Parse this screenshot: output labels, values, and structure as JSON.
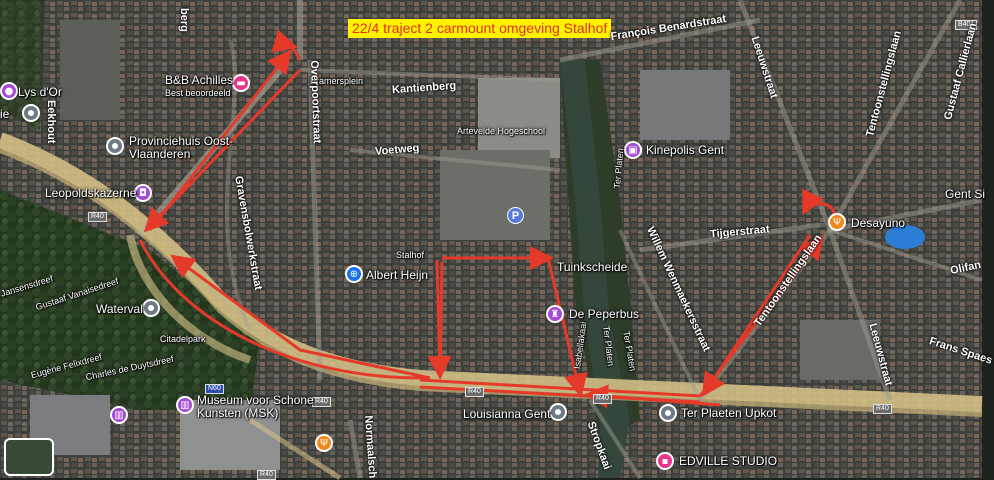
{
  "map": {
    "title_banner": "22/4 traject 2 carmount  omgeving Stalhof",
    "pois": [
      {
        "name": "Lys d'Or",
        "icon": "purple-place-pin-icon"
      },
      {
        "name": "B&B Achilles",
        "subtitle": "Best beoordeeld",
        "icon": "hotel-bed-icon"
      },
      {
        "name": "Provinciehuis Oost-Vlaanderen",
        "icon": "government-building-icon"
      },
      {
        "name": "Leopoldskazerne",
        "icon": "camera-landmark-icon"
      },
      {
        "name": "Waterval",
        "icon": "gray-place-pin-icon"
      },
      {
        "name": "Museum voor Schone Kunsten (MSK)",
        "icon": "museum-icon"
      },
      {
        "name": "Artevelde Hogeschool",
        "icon": ""
      },
      {
        "name": "Kinepolis Gent",
        "icon": "cinema-icon"
      },
      {
        "name": "Albert Heijn",
        "icon": "shopping-cart-icon"
      },
      {
        "name": "De Peperbus",
        "icon": "landmark-pin-icon"
      },
      {
        "name": "Desayuno",
        "icon": "restaurant-icon"
      },
      {
        "name": "Louisianna Gent",
        "icon": "gray-place-pin-icon"
      },
      {
        "name": "Ter Plaeten Upkot",
        "icon": "gray-place-pin-icon"
      },
      {
        "name": "EDVILLE STUDIO",
        "icon": "studio-pin-icon"
      }
    ],
    "streets": {
      "berg": "berg",
      "kramersplein": "Kramersplein",
      "kantienberg": "Kantienberg",
      "francois": "François Benardstraat",
      "voetweg": "Voetweg",
      "overpoortstraat": "Overpoortstraat",
      "gravensteen": "Gravensbolwerkstraat",
      "eekhout": "Eekhout",
      "stalhof": "Stalhof",
      "tuinkscheide": "Tuinkscheide",
      "ter_platen_1": "Ter Platen",
      "ter_platen_2": "Ter Platen",
      "ter_platen_3": "Ter Platen",
      "willem": "Willem Wenmaekersstraat",
      "leeuwstraat_1": "Leeuwstraat",
      "leeuwstraat_2": "Leeuwstraat",
      "tentoon_1": "Tentoonstellingslaan",
      "tentoon_2": "Tentoonstellingslaan",
      "gustaaf_c": "Gustaaf Callierlaan",
      "tijgerstraat": "Tijgerstraat",
      "gent_sint": "Gent Si",
      "olifant": "Olifan",
      "frans_spaes": "Frans Spaes",
      "ijssens": "Jansensdreef",
      "gustaaf_v": "Gustaaf Vanaisedreef",
      "citadelpark": "Citadelpark",
      "eugene": "Eugène Felixdreef",
      "charles": "Charles de Duytsdreef",
      "isabella": "Isabellakaai",
      "stropkaai": "Stropkaai",
      "normalschool": "Normaalsch",
      "ie": "ie"
    },
    "shields": {
      "b401": "B401",
      "r40_a": "R40",
      "r40_b": "R40",
      "r40_c": "R40",
      "r40_d": "R40",
      "r40_e": "R40",
      "n60": "N60",
      "r40_f": "R40"
    },
    "parking": "P",
    "route_color": "#e5392a"
  }
}
